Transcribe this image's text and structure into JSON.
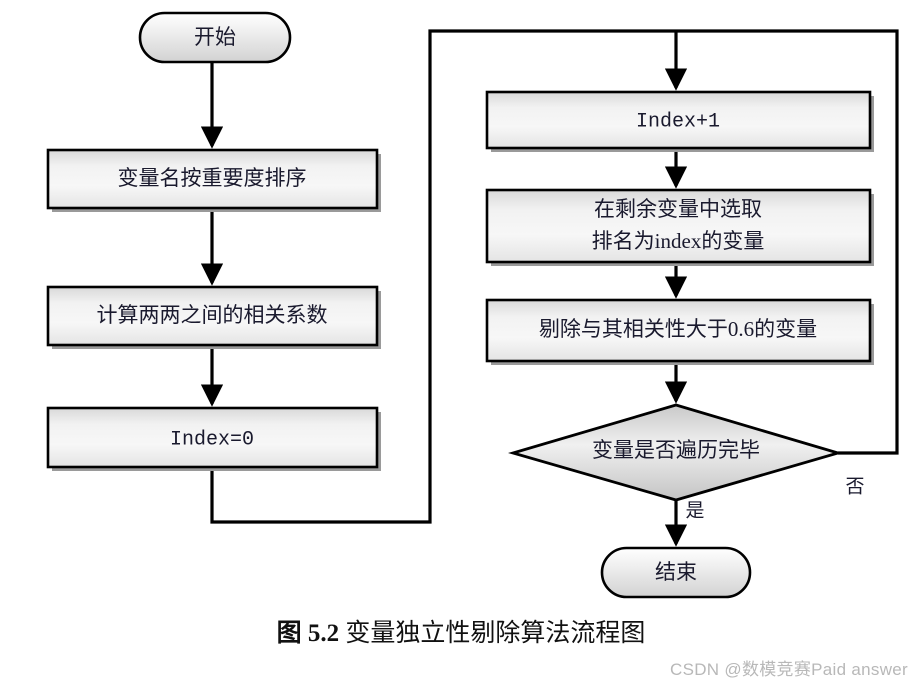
{
  "figure": {
    "caption_prefix": "图 5.2",
    "caption_title": "变量独立性剔除算法流程图",
    "watermark": "CSDN @数模竞赛Paid answer",
    "colors": {
      "stroke": "#000000",
      "fill_light": "#f4f4f4",
      "fill_shade": "#b9b9b9",
      "text": "#1a1a2e",
      "watermark": "#b8b8b8"
    }
  },
  "nodes": {
    "start": {
      "label": "开始",
      "shape": "terminator"
    },
    "sort_vars": {
      "label": "变量名按重要度排序",
      "shape": "process"
    },
    "calc_corr": {
      "label": "计算两两之间的相关系数",
      "shape": "process"
    },
    "index_init": {
      "label": "Index=0",
      "shape": "process"
    },
    "index_inc": {
      "label": "Index+1",
      "shape": "process"
    },
    "select_var_line1": {
      "label": "在剩余变量中选取",
      "shape": "process"
    },
    "select_var_line2": {
      "label": "排名为index的变量",
      "shape": "process"
    },
    "remove_corr": {
      "label": "剔除与其相关性大于0.6的变量",
      "shape": "process"
    },
    "decision": {
      "label": "变量是否遍历完毕",
      "shape": "decision"
    },
    "end": {
      "label": "结束",
      "shape": "terminator"
    }
  },
  "edges": {
    "decision_yes": {
      "label": "是"
    },
    "decision_no": {
      "label": "否"
    }
  }
}
